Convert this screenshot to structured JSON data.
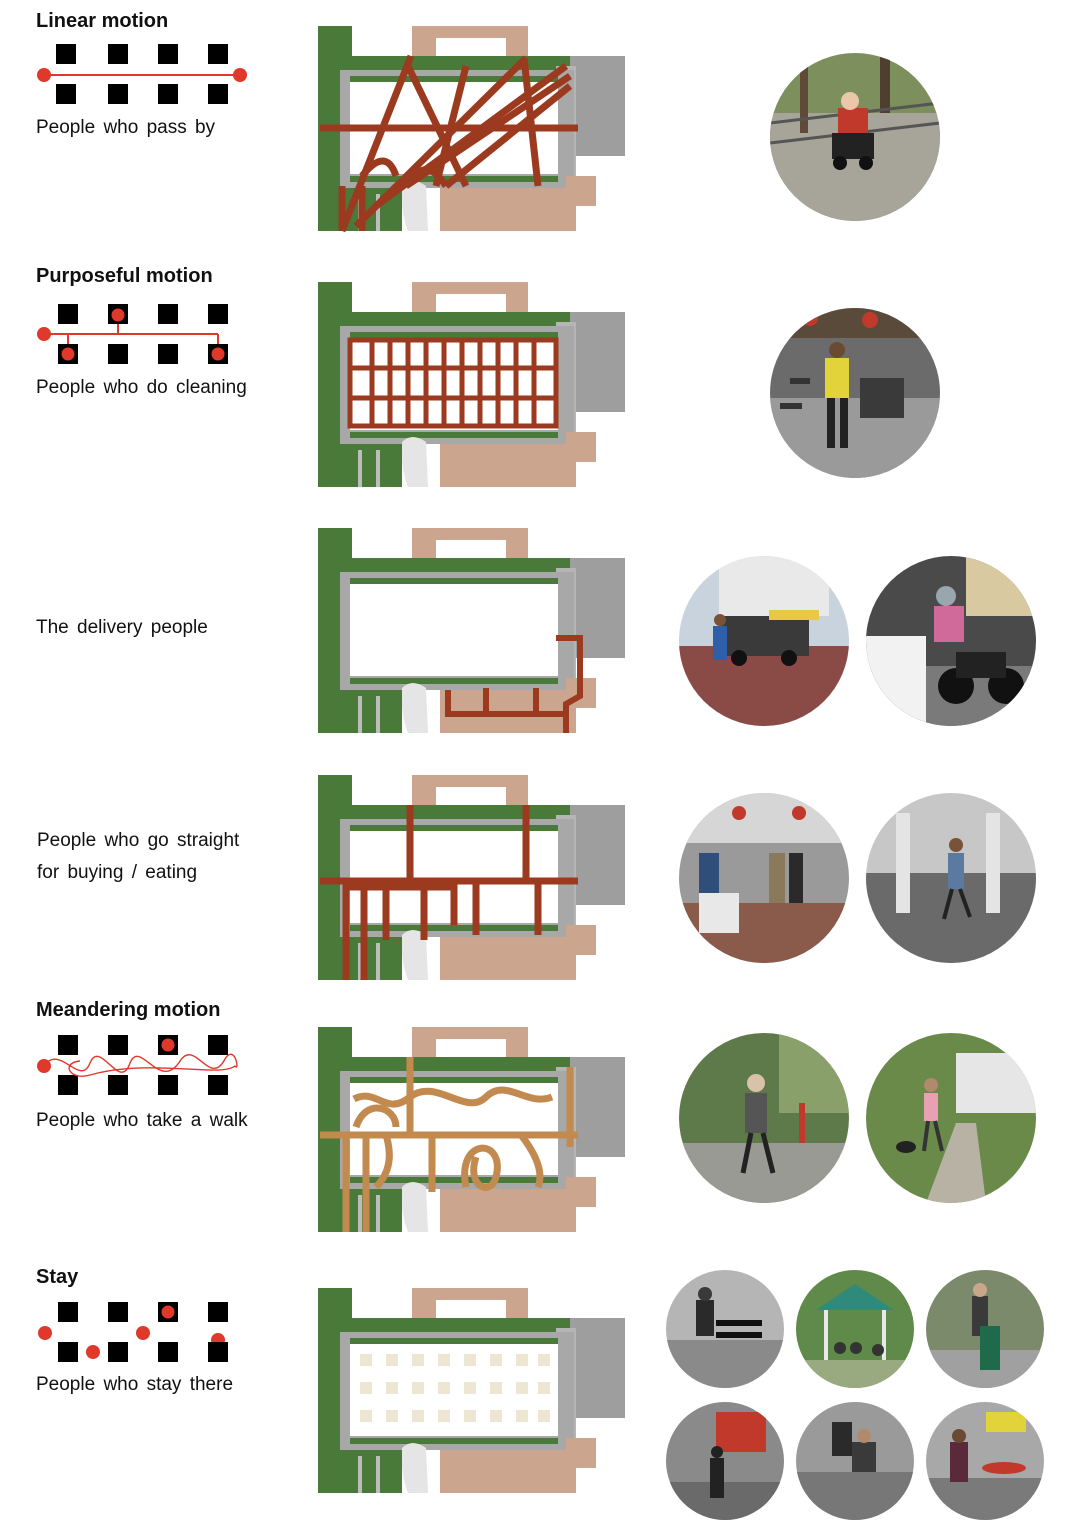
{
  "rows": [
    {
      "title": "Linear motion",
      "caption_lines": [
        "People who pass by"
      ]
    },
    {
      "title": "Purposeful motion",
      "caption_lines": [
        "People who do cleaning"
      ]
    },
    {
      "title": "",
      "caption_lines": [
        "The delivery people"
      ]
    },
    {
      "title": "",
      "caption_lines": [
        "People who go straight",
        "for buying / eating"
      ]
    },
    {
      "title": "Meandering motion",
      "caption_lines": [
        "People who take a walk"
      ]
    },
    {
      "title": "Stay",
      "caption_lines": [
        "People who stay there"
      ]
    }
  ],
  "colors": {
    "grass": "#4a7a3a",
    "paving": "#cba58e",
    "walkway": "#9e9e9e",
    "path_red": "#9b3a1e",
    "path_tan": "#c28a4e",
    "stay_tile": "#ede6d2",
    "accent_red": "#e0392c"
  }
}
